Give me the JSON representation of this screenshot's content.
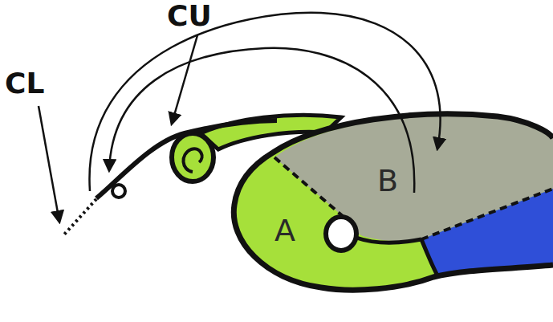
{
  "diagram": {
    "labels": [
      "CL",
      "CU",
      "A",
      "B"
    ]
  }
}
